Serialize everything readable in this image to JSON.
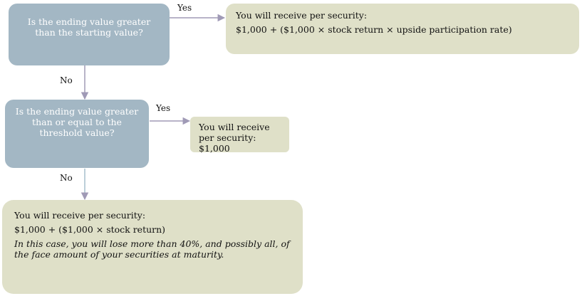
{
  "colors": {
    "decision_fill": "#a3b7c4",
    "outcome_fill": "#dfe0c8",
    "connector": "#a09ab6"
  },
  "decision1": {
    "text": "Is the ending value greater than the starting value?"
  },
  "decision2": {
    "text": "Is the ending value greater than or equal to the threshold value?"
  },
  "outcome1": {
    "heading": "You will receive per security:",
    "formula": "$1,000 + ($1,000 × stock return × upside participation rate)"
  },
  "outcome2": {
    "text": "You will receive per security: $1,000"
  },
  "outcome3": {
    "heading": "You will receive per security:",
    "formula": "$1,000 + ($1,000 × stock return)",
    "note": "In this case, you will lose more than 40%, and possibly all, of the face amount of your securities at maturity."
  },
  "labels": {
    "yes1": "Yes",
    "no1": "No",
    "yes2": "Yes",
    "no2": "No"
  }
}
